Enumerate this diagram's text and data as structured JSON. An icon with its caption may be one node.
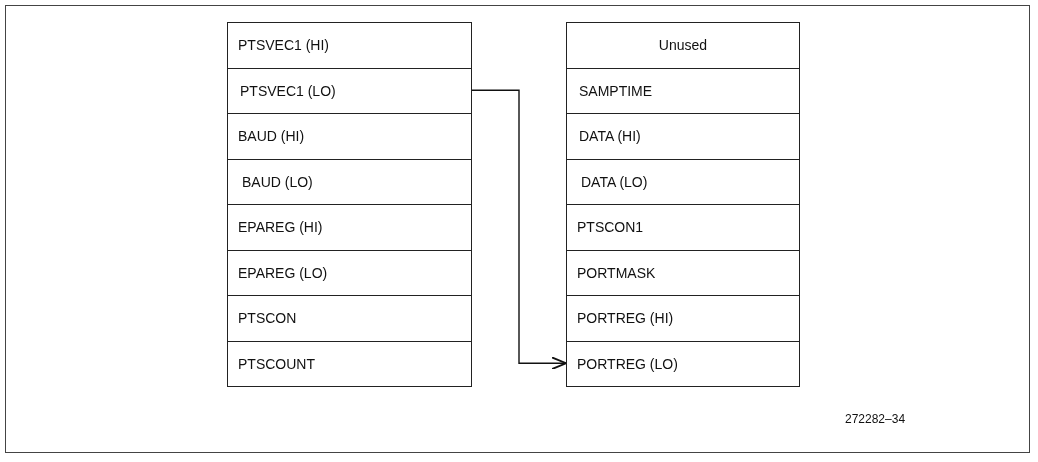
{
  "diagram": {
    "nodes": [
      {
        "text": [
          "PTSVEC1 (HI)"
        ]
      },
      {
        "text": [
          "PTSVEC1 (LO)"
        ]
      },
      {
        "text": [
          "BAUD (HI)"
        ]
      },
      {
        "text": [
          "BAUD (LO)"
        ]
      },
      {
        "text": [
          "EPAREG (HI)"
        ]
      },
      {
        "text": [
          "EPAREG (LO)"
        ]
      },
      {
        "text": [
          "PTSCON"
        ]
      },
      {
        "text": [
          "PTSCOUNT"
        ]
      },
      {
        "text": [
          "Unused"
        ]
      },
      {
        "text": [
          "SAMPTIME"
        ]
      },
      {
        "text": [
          "DATA (HI)"
        ]
      },
      {
        "text": [
          "DATA (LO)"
        ]
      },
      {
        "text": [
          "PTSCON1"
        ]
      },
      {
        "text": [
          "PORTMASK"
        ]
      },
      {
        "text": [
          "PORTREG (HI)"
        ]
      },
      {
        "text": [
          "PORTREG (LO)"
        ]
      }
    ],
    "edges": [
      {
        "from": 1,
        "to": 15,
        "arrow": "to"
      }
    ],
    "labels": [
      "272282–34"
    ]
  }
}
